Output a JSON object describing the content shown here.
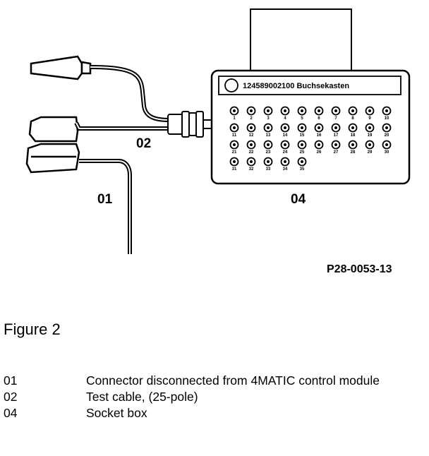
{
  "diagram": {
    "callouts": {
      "c01": "01",
      "c02": "02",
      "c04": "04"
    },
    "figure_code": "P28-0053-13",
    "socket_box_label": "124589002100 Buchsekasten",
    "socket_rows": [
      [
        "1",
        "2",
        "3",
        "4",
        "5",
        "6",
        "7",
        "8",
        "9",
        "10"
      ],
      [
        "11",
        "12",
        "13",
        "14",
        "15",
        "16",
        "17",
        "18",
        "19",
        "20"
      ],
      [
        "21",
        "22",
        "23",
        "24",
        "25",
        "26",
        "27",
        "28",
        "29",
        "30"
      ],
      [
        "31",
        "32",
        "33",
        "34",
        "35"
      ]
    ]
  },
  "caption": {
    "title": "Figure 2"
  },
  "legend": [
    {
      "code": "01",
      "text": "Connector disconnected from 4MATIC control module"
    },
    {
      "code": "02",
      "text": "Test cable, (25-pole)"
    },
    {
      "code": "04",
      "text": "Socket box"
    }
  ]
}
